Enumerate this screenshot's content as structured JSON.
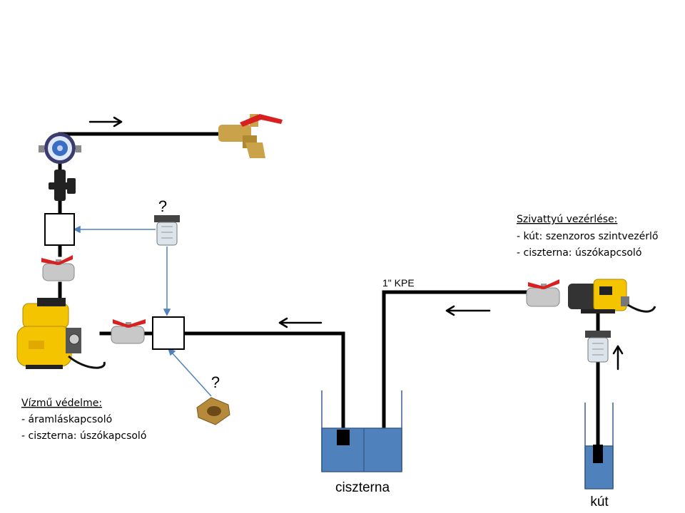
{
  "labels": {
    "pipe": "1\" KPE",
    "cistern": "ciszterna",
    "well": "kút",
    "question": "?"
  },
  "pump_control": {
    "title": "Szivattyú vezérlése:",
    "lines": [
      "- kút: szenzoros szintvezérlő",
      "- ciszterna: úszókapcsoló"
    ]
  },
  "waterworks_protection": {
    "title": "Vízmű védelme:",
    "lines": [
      "- áramláskapcsoló",
      "- ciszterna: úszókapcsoló"
    ]
  },
  "colors": {
    "pipe": "#000000",
    "water": "#4f81bd",
    "connector": "#4f81bd",
    "valve_handle": "#e02020",
    "valve_body": "#c8c8c8",
    "pump_yellow": "#f5c400",
    "brass": "#c9a24a"
  },
  "icons": [
    "water-meter-icon",
    "tap-icon",
    "filter-icon",
    "ball-valve-icon",
    "pump-icon",
    "hydrophore-icon",
    "check-valve-icon",
    "arrow-icon"
  ]
}
